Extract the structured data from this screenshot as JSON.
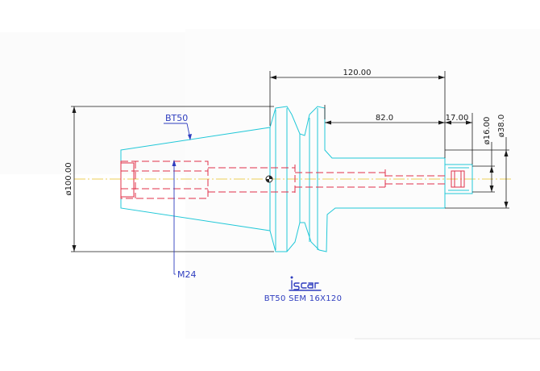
{
  "drawing": {
    "dimensions": {
      "overall_length": "120.00",
      "shank_length": "82.0",
      "end_length": "17.00",
      "flange_diameter": "ø100.00",
      "bore_diameter": "ø16.00",
      "body_diameter": "ø38.0"
    },
    "labels": {
      "taper": "BT50",
      "thread": "M24"
    },
    "title": "BT50 SEM 16X120",
    "logo_text": "iscar"
  },
  "colors": {
    "outline": "#22c8d8",
    "hidden": "#e0304a",
    "centerline": "#e8c020",
    "dimension": "#1a1a1a",
    "annotation": "#2e3dbf",
    "background": "#ffffff"
  }
}
